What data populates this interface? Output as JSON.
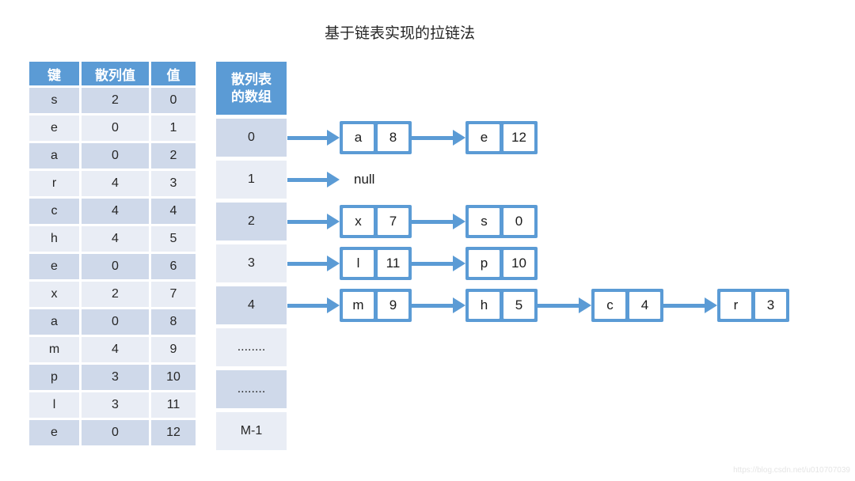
{
  "title": "基于链表实现的拉链法",
  "key_table": {
    "headers": [
      "键",
      "散列值",
      "值"
    ],
    "rows": [
      [
        "s",
        "2",
        "0"
      ],
      [
        "e",
        "0",
        "1"
      ],
      [
        "a",
        "0",
        "2"
      ],
      [
        "r",
        "4",
        "3"
      ],
      [
        "c",
        "4",
        "4"
      ],
      [
        "h",
        "4",
        "5"
      ],
      [
        "e",
        "0",
        "6"
      ],
      [
        "x",
        "2",
        "7"
      ],
      [
        "a",
        "0",
        "8"
      ],
      [
        "m",
        "4",
        "9"
      ],
      [
        "p",
        "3",
        "10"
      ],
      [
        "l",
        "3",
        "11"
      ],
      [
        "e",
        "0",
        "12"
      ]
    ]
  },
  "hash_array": {
    "header_lines": [
      "散列表",
      "的数组"
    ],
    "cells": [
      "0",
      "1",
      "2",
      "3",
      "4",
      "........",
      "........",
      "M-1"
    ]
  },
  "buckets": [
    {
      "index": "0",
      "nodes": [
        {
          "key": "a",
          "value": "8"
        },
        {
          "key": "e",
          "value": "12"
        }
      ]
    },
    {
      "index": "1",
      "nodes": [],
      "empty_label": "null"
    },
    {
      "index": "2",
      "nodes": [
        {
          "key": "x",
          "value": "7"
        },
        {
          "key": "s",
          "value": "0"
        }
      ]
    },
    {
      "index": "3",
      "nodes": [
        {
          "key": "l",
          "value": "11"
        },
        {
          "key": "p",
          "value": "10"
        }
      ]
    },
    {
      "index": "4",
      "nodes": [
        {
          "key": "m",
          "value": "9"
        },
        {
          "key": "h",
          "value": "5"
        },
        {
          "key": "c",
          "value": "4"
        },
        {
          "key": "r",
          "value": "3"
        }
      ]
    }
  ],
  "colors": {
    "accent": "#5B9BD5",
    "band_dark": "#CFD9EA",
    "band_light": "#E9EDF5",
    "text": "#262626",
    "watermark": "#e5e5e5"
  },
  "watermark": "https://blog.csdn.net/u010707039"
}
